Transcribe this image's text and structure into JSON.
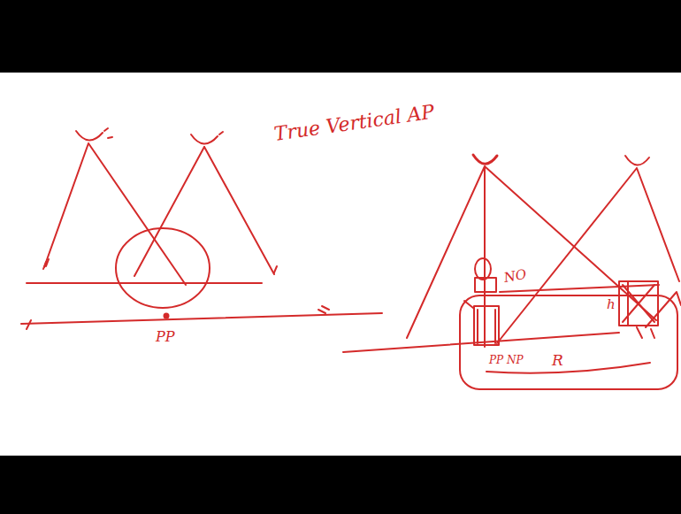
{
  "diagram": {
    "title": "True Vertical AP",
    "labels": [
      "PP",
      "NO",
      "PP NP",
      "R",
      "h"
    ]
  }
}
